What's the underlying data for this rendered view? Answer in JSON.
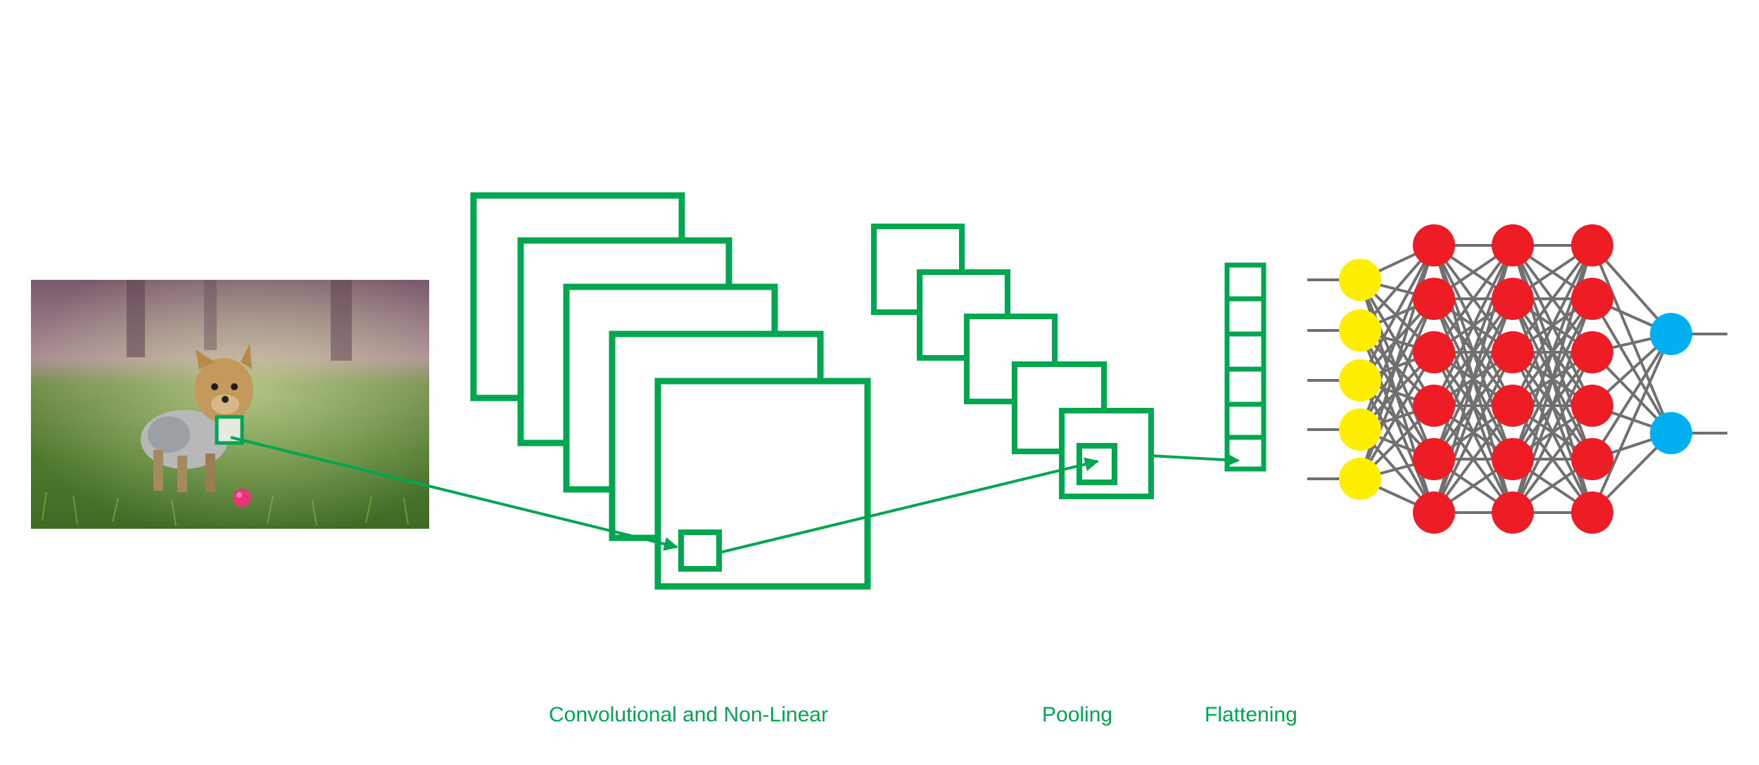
{
  "colors": {
    "green": "#00a650",
    "input_node": "#ffee00",
    "hidden_node": "#ee1c24",
    "output_node": "#00b0f0",
    "connection": "#707070"
  },
  "input_image": {
    "subject": "Yorkshire terrier puppy standing on green grass with a pink ball",
    "icon": "dog-photo"
  },
  "labels": {
    "convolutional": "Convolutional and Non-Linear",
    "pooling": "Pooling",
    "flattening": "Flattening"
  },
  "network": {
    "layers": [
      {
        "role": "input",
        "nodes": 5
      },
      {
        "role": "hidden",
        "nodes": 6
      },
      {
        "role": "hidden",
        "nodes": 6
      },
      {
        "role": "hidden",
        "nodes": 6
      },
      {
        "role": "output",
        "nodes": 2
      }
    ]
  }
}
